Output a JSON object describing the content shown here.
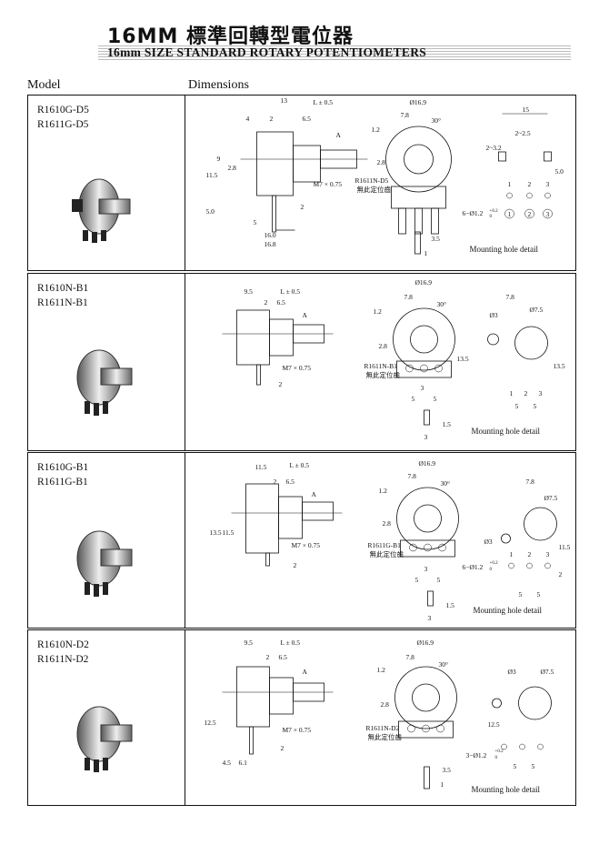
{
  "header": {
    "title_cn": "16MM 標準回轉型電位器",
    "title_en": "16mm SIZE STANDARD ROTARY POTENTIOMETERS"
  },
  "columns": {
    "model": "Model",
    "dimensions": "Dimensions"
  },
  "common_labels": {
    "thread": "M7 × 0.75",
    "L": "L ± 0.5",
    "A": "A",
    "diameter": "Ø16.9",
    "d78": "7.8",
    "d12": "1.2",
    "d28": "2.8",
    "angle": "30°",
    "mount_caption": "Mounting hole detail",
    "marking_note": "無此定位齒"
  },
  "rows": [
    {
      "models": [
        "R1610G-D5",
        "R1611G-D5"
      ],
      "marking": "R1611N-D5",
      "side_dims": [
        "13",
        "4",
        "2",
        "6.5",
        "9",
        "2.8",
        "11.5",
        "5.0",
        "5",
        "16.0",
        "16.8",
        "2"
      ],
      "front_dims": [
        "3.5",
        "1"
      ],
      "mount_dims": [
        "15",
        "2~2.5",
        "2~3.2",
        "5.0",
        "1",
        "2",
        "3",
        "6−Ø1.2",
        "+0.2",
        "0",
        "1",
        "2",
        "3"
      ]
    },
    {
      "models": [
        "R1610N-B1",
        "R1611N-B1"
      ],
      "marking": "R1611N-B1",
      "side_dims": [
        "9.5",
        "2",
        "6.5",
        "2"
      ],
      "front_dims": [
        "13.5",
        "3",
        "5",
        "5",
        "1.5",
        "3"
      ],
      "mount_dims": [
        "7.8",
        "Ø3",
        "Ø7.5",
        "13.5",
        "1",
        "2",
        "3",
        "5",
        "5"
      ]
    },
    {
      "models": [
        "R1610G-B1",
        "R1611G-B1"
      ],
      "marking": "R1611G-B1",
      "side_dims": [
        "11.5",
        "2",
        "6.5",
        "13.5",
        "11.5",
        "2"
      ],
      "front_dims": [
        "3",
        "5",
        "5",
        "1.5",
        "3"
      ],
      "mount_dims": [
        "7.8",
        "Ø7.5",
        "Ø3",
        "11.5",
        "1",
        "2",
        "3",
        "6−Ø1.2",
        "+0.2",
        "0",
        "2",
        "5",
        "5"
      ]
    },
    {
      "models": [
        "R1610N-D2",
        "R1611N-D2"
      ],
      "marking": "R1611N-D2",
      "side_dims": [
        "9.5",
        "2",
        "6.5",
        "12.5",
        "2",
        "4.5",
        "6.1"
      ],
      "front_dims": [
        "3.5",
        "1"
      ],
      "mount_dims": [
        "Ø3",
        "Ø7.5",
        "12.5",
        "3−Ø1.2",
        "+0.2",
        "0",
        "5",
        "5"
      ]
    }
  ]
}
